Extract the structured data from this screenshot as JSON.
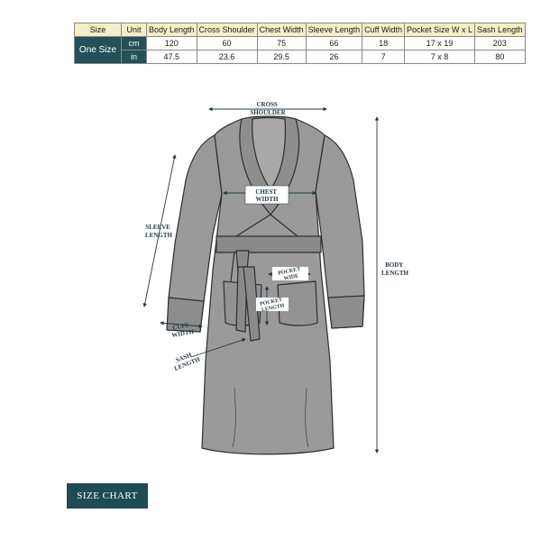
{
  "table": {
    "headers": [
      "Size",
      "Unit",
      "Body Length",
      "Cross Shoulder",
      "Chest Width",
      "Sleeve Length",
      "Cuff Width",
      "Pocket Size W x L",
      "Sash Length"
    ],
    "size": "One Size",
    "rows": [
      {
        "unit": "cm",
        "values": [
          "120",
          "60",
          "75",
          "66",
          "18",
          "17 x 19",
          "203"
        ]
      },
      {
        "unit": "in",
        "values": [
          "47.5",
          "23.6",
          "29.5",
          "26",
          "7",
          "7 x 8",
          "80"
        ]
      }
    ]
  },
  "diagram": {
    "labels": {
      "cross_shoulder": [
        "CROSS",
        "SHOULDER"
      ],
      "chest_width": [
        "CHEST",
        "WIDTH"
      ],
      "sleeve_length": [
        "SLEEVE",
        "LENGTH"
      ],
      "body_length": [
        "BODY",
        "LENGTH"
      ],
      "pocket_wide": [
        "POCKET",
        "WIDE"
      ],
      "pocket_length": [
        "POCKET",
        "LENGTH"
      ],
      "cuff_width": [
        "CUFF",
        "WIDTH"
      ],
      "sash_length": [
        "SASH",
        "LENGTH"
      ]
    },
    "colors": {
      "robe_fill": "#9a9a9a",
      "robe_outline": "#2e2e2e",
      "label_color": "#1f3a44",
      "badge": "#1e4b55",
      "header_fill": "#f4efc6",
      "size_cell": "#235059"
    }
  },
  "badge": {
    "label": "SIZE CHART"
  }
}
